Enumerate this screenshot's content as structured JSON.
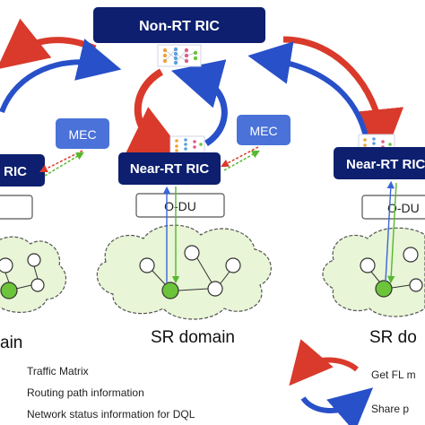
{
  "boxes": {
    "non_rt_ric": "Non-RT RIC",
    "near_rt_ric": "Near-RT RIC",
    "mec": "MEC",
    "odu": "O-DU",
    "left_ric_partial": "RIC",
    "right_ric_partial": "Near-RT RIC",
    "right_odu_partial": "O-DU"
  },
  "domains": {
    "left": "ain",
    "center": "SR domain",
    "right": "SR do"
  },
  "legend": {
    "traffic_matrix": "Traffic Matrix",
    "routing_path": "Routing path information",
    "network_status": "Network status information for DQL",
    "get_fl": "Get FL m",
    "share": "Share  p"
  },
  "colors": {
    "box_navy": "#0d1f6e",
    "mec_blue": "#4a72d8",
    "cloud_fill": "#e8f5d6",
    "node_green": "#6cc43a",
    "arrow_red": "#d93a2b",
    "arrow_blue": "#2850c8",
    "link_green": "#55b82e",
    "link_blue": "#3a66d8"
  },
  "icons": [
    "neural-network-icon",
    "curved-arrow-icon"
  ]
}
